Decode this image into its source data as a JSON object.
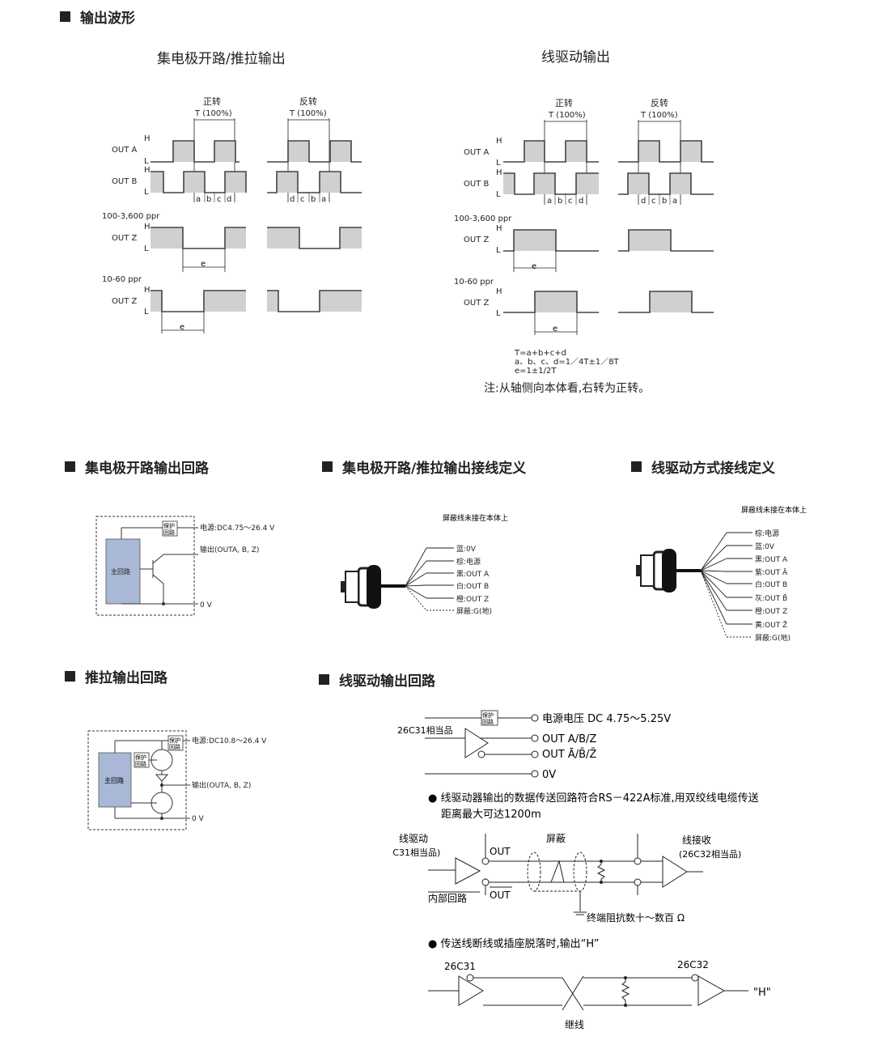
{
  "headings": {
    "waveform": "输出波形",
    "oc_circuit": "集电极开路输出回路",
    "oc_wiring": "集电极开路/推拉输出接线定义",
    "ld_wiring": "线驱动方式接线定义",
    "pp_circuit": "推拉输出回路",
    "ld_circuit": "线驱动输出回路"
  },
  "waveforms": {
    "left_title": "集电极开路/推拉输出",
    "right_title": "线驱动输出",
    "forward": "正转",
    "reverse": "反转",
    "period": "T (100%)",
    "out_a": "OUT A",
    "out_b": "OUT B",
    "out_z": "OUT Z",
    "high": "H",
    "low": "L",
    "ppr_high": "100-3,600 ppr",
    "ppr_low": "10-60 ppr",
    "a": "a",
    "b": "b",
    "c": "c",
    "d": "d",
    "e": "e",
    "formula1": "T=a+b+c+d",
    "formula2": "a、b、c、d=1／4T±1／8T",
    "formula3": "e=1±1/2T",
    "note": "注:从轴侧向本体看,右转为正转。"
  },
  "oc_circuit": {
    "protect": "保护",
    "protect2": "回路",
    "main": "主回路",
    "power": "电源:DC4.75～26.4 V",
    "output": "输出(OUTA, B, Z)",
    "zero": "0 V"
  },
  "pp_circuit": {
    "protect": "保护",
    "protect2": "回路",
    "main": "主回路",
    "power": "电源:DC10.8～26.4 V",
    "output": "输出(OUTA, B, Z)",
    "zero": "0 V"
  },
  "oc_wiring": {
    "shield_note": "屏蔽线未接在本体上",
    "wires": [
      "蓝:0V",
      "棕:电源",
      "黑:OUT  A",
      "白:OUT  B",
      "橙:OUT  Z",
      "屏蔽:G(地)"
    ]
  },
  "ld_wiring": {
    "shield_note": "屏蔽线未接在本体上",
    "wires": [
      "棕:电源",
      "蓝:0V",
      "黑:OUT  A",
      "紫:OUT  Ā",
      "白:OUT  B",
      "灰:OUT  B̄",
      "橙:OUT  Z",
      "黄:OUT  Z̄",
      "屏蔽:G(地)"
    ]
  },
  "ld_circuit": {
    "chip": "26C31相当品",
    "protect": "保护",
    "protect2": "回路",
    "power": "电源电压 DC 4.75～5.25V",
    "out1": "OUT A/B/Z",
    "out2": "OUT Ā/B̄/Z̄",
    "zero": "0V",
    "bullet1a": "● 线驱动器输出的数据传送回路符合RS－422A标准,用双绞线电缆传送",
    "bullet1b": "距离最大可达1200m",
    "driver": "线驱动",
    "driver_sub": "(26C31相当品)",
    "out": "OUT",
    "outbar": "OUT",
    "internal": "内部回路",
    "shield": "屏蔽",
    "receiver": "线接收",
    "receiver_sub": "(26C32相当品)",
    "termination": "终端阻抗数十～数百 Ω",
    "bullet2": "● 传送线断线或插座脱落时,输出“H”",
    "c31": "26C31",
    "c32": "26C32",
    "h_out": "\"H\"",
    "break": "继线"
  }
}
